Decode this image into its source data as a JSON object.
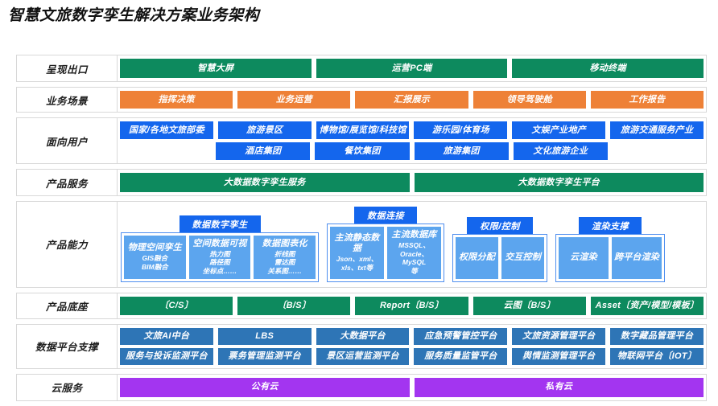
{
  "title": "智慧文旅数字孪生解决方案业务架构",
  "colors": {
    "green": "#0d8a5e",
    "orange": "#ee8137",
    "blue": "#1466ed",
    "blue_muted": "#2e75b6",
    "purple": "#a335f0",
    "card_blue": "#5ca5ee",
    "border": "#d8d8d8"
  },
  "rows": [
    {
      "label": "呈现出口",
      "type": "simple",
      "color": "green",
      "bands": [
        [
          "智慧大屏",
          "运营PC端",
          "移动终端"
        ]
      ]
    },
    {
      "label": "业务场景",
      "type": "simple",
      "color": "orange",
      "bands": [
        [
          "指挥决策",
          "业务运营",
          "汇报展示",
          "领导驾驶舱",
          "工作报告"
        ]
      ]
    },
    {
      "label": "面向用户",
      "type": "simple",
      "color": "blue",
      "bands": [
        [
          "国家/各地文旅部委",
          "旅游景区",
          "博物馆/展览馆/科技馆",
          "游乐园/体育场",
          "文娱产业地产",
          "旅游交通服务产业"
        ],
        [
          "酒店集团",
          "餐饮集团",
          "旅游集团",
          "文化旅游企业"
        ]
      ]
    },
    {
      "label": "产品服务",
      "type": "simple",
      "color": "green",
      "bands": [
        [
          "大数据数字孪生服务",
          "大数据数字孪生平台"
        ]
      ]
    },
    {
      "label": "产品能力",
      "type": "groups",
      "groups": [
        {
          "head": "数据数字孪生",
          "cards": [
            {
              "title": "物理空间孪生",
              "sub": "GIS融合\nBIM融合"
            },
            {
              "title": "空间数据可视",
              "sub": "热力图\n路径图\n坐标点……"
            },
            {
              "title": "数据图表化",
              "sub": "折线图\n雷达图\n关系图……"
            }
          ]
        },
        {
          "head": "数据连接",
          "cards": [
            {
              "title": "主流静态数据",
              "sub": "Json、xml、\nxls、txt等"
            },
            {
              "title": "主流数据库",
              "sub": "MSSQL、\nOracle、MySQL\n等"
            }
          ]
        },
        {
          "head": "权限/控制",
          "cards": [
            {
              "title": "权限分配",
              "sub": ""
            },
            {
              "title": "交互控制",
              "sub": ""
            }
          ]
        },
        {
          "head": "渲染支撑",
          "cards": [
            {
              "title": "云渲染",
              "sub": ""
            },
            {
              "title": "跨平台渲染",
              "sub": ""
            }
          ]
        }
      ]
    },
    {
      "label": "产品底座",
      "type": "simple",
      "color": "green",
      "bands": [
        [
          "〔C/S〕",
          "〔B/S〕",
          "Report〔B/S〕",
          "云图〔B/S〕",
          "Asset〔资产/模型/模板〕"
        ]
      ]
    },
    {
      "label": "数据平台支撑",
      "type": "simple",
      "color": "blue_muted",
      "bands": [
        [
          "文旅AI中台",
          "LBS",
          "大数据平台",
          "应急预警管控平台",
          "文旅资源管理平台",
          "数字藏品管理平台"
        ],
        [
          "服务与投诉监测平台",
          "票务管理监测平台",
          "景区运营监测平台",
          "服务质量监管平台",
          "舆情监测管理平台",
          "物联网平台〔IOT〕"
        ]
      ]
    },
    {
      "label": "云服务",
      "type": "simple",
      "color": "purple",
      "bands": [
        [
          "公有云",
          "私有云"
        ]
      ]
    }
  ]
}
